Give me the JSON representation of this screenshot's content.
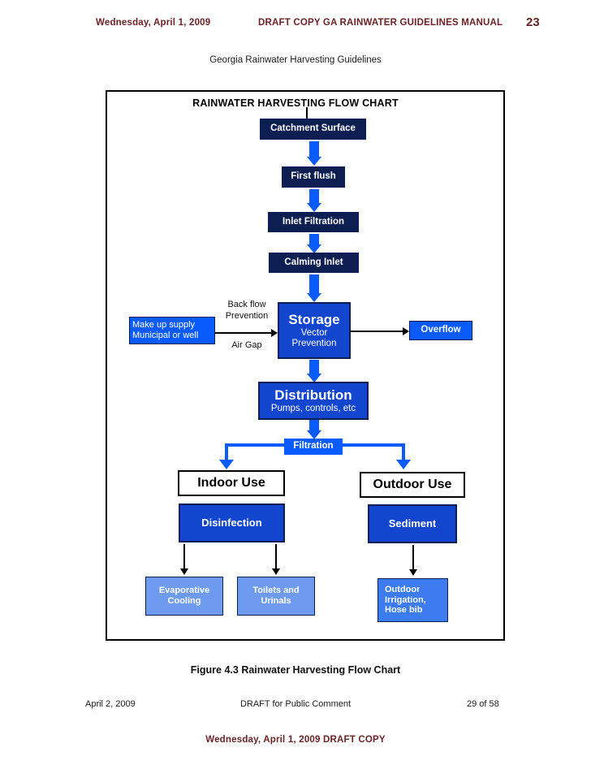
{
  "header": {
    "date": "Wednesday, April 1, 2009",
    "title": "DRAFT COPY  GA RAINWATER GUIDELINES MANUAL",
    "page_number": "23",
    "accent_color": "#6B2326"
  },
  "document": {
    "subtitle": "Georgia Rainwater Harvesting Guidelines",
    "figure_caption": "Figure 4.3 Rainwater Harvesting Flow Chart"
  },
  "footer": {
    "left": "April 2, 2009",
    "center": "DRAFT for Public Comment",
    "right": "29 of 58",
    "stamp": "Wednesday, April 1, 2009  DRAFT COPY"
  },
  "chart_data": {
    "type": "diagram",
    "title": "RAINWATER HARVESTING FLOW CHART",
    "nodes": [
      {
        "id": "catchment",
        "label": "Catchment Surface",
        "style": "navy",
        "color": "#0C1E52"
      },
      {
        "id": "first_flush",
        "label": "First flush",
        "style": "navy",
        "color": "#0C1E52"
      },
      {
        "id": "inlet_filt",
        "label": "Inlet Filtration",
        "style": "navy",
        "color": "#0C1E52"
      },
      {
        "id": "calming",
        "label": "Calming Inlet",
        "style": "navy",
        "color": "#0C1E52"
      },
      {
        "id": "makeup",
        "label": "Make up supply",
        "sublabel": "Municipal or well",
        "style": "bright",
        "color": "#0A5BFB"
      },
      {
        "id": "storage",
        "label": "Storage",
        "sublabel": "Vector",
        "sublabel2": "Prevention",
        "style": "blue-navy",
        "color": "#1346CE"
      },
      {
        "id": "overflow",
        "label": "Overflow",
        "style": "bright",
        "color": "#0A5BFB"
      },
      {
        "id": "distribution",
        "label": "Distribution",
        "sublabel": "Pumps, controls, etc",
        "style": "blue-navy",
        "color": "#1346CE"
      },
      {
        "id": "filtration",
        "label": "Filtration",
        "style": "bright-nb",
        "color": "#0A5BFB"
      },
      {
        "id": "indoor",
        "label": "Indoor Use",
        "style": "white-box",
        "color": "#FFFFFF"
      },
      {
        "id": "outdoor",
        "label": "Outdoor Use",
        "style": "white-box",
        "color": "#FFFFFF"
      },
      {
        "id": "disinfection",
        "label": "Disinfection",
        "style": "blue-navy",
        "color": "#1346CE"
      },
      {
        "id": "sediment",
        "label": "Sediment",
        "style": "blue-navy",
        "color": "#1346CE"
      },
      {
        "id": "evap",
        "label": "Evaporative",
        "sublabel": "Cooling",
        "style": "light",
        "color": "#6E9BF0"
      },
      {
        "id": "toilets",
        "label": "Toilets and",
        "sublabel": "Urinals",
        "style": "light",
        "color": "#6E9BF0"
      },
      {
        "id": "outdoor_irr",
        "label": "Outdoor",
        "sublabel": "Irrigation,",
        "sublabel2": "Hose bib",
        "style": "light-d",
        "color": "#3D7BF0"
      }
    ],
    "edge_labels": [
      {
        "id": "backflow",
        "line1": "Back flow",
        "line2": "Prevention"
      },
      {
        "id": "airgap",
        "line1": "Air Gap"
      }
    ],
    "edges": [
      {
        "from": "catchment",
        "to": "first_flush",
        "kind": "block-arrow-down"
      },
      {
        "from": "first_flush",
        "to": "inlet_filt",
        "kind": "block-arrow-down"
      },
      {
        "from": "inlet_filt",
        "to": "calming",
        "kind": "block-arrow-down"
      },
      {
        "from": "calming",
        "to": "storage",
        "kind": "block-arrow-down"
      },
      {
        "from": "makeup",
        "to": "storage",
        "kind": "thin-arrow-right",
        "label": "backflow"
      },
      {
        "from": "storage",
        "to": "overflow",
        "kind": "thin-arrow-right"
      },
      {
        "from": "storage",
        "to": "distribution",
        "kind": "block-arrow-down"
      },
      {
        "from": "distribution",
        "to": "filtration",
        "kind": "block-arrow-down"
      },
      {
        "from": "filtration",
        "to": "indoor",
        "kind": "blue-branch-left"
      },
      {
        "from": "filtration",
        "to": "outdoor",
        "kind": "blue-branch-right"
      },
      {
        "from": "disinfection",
        "to": "evap",
        "kind": "thin-arrow-down"
      },
      {
        "from": "disinfection",
        "to": "toilets",
        "kind": "thin-arrow-down"
      },
      {
        "from": "sediment",
        "to": "outdoor_irr",
        "kind": "thin-arrow-down"
      }
    ]
  }
}
